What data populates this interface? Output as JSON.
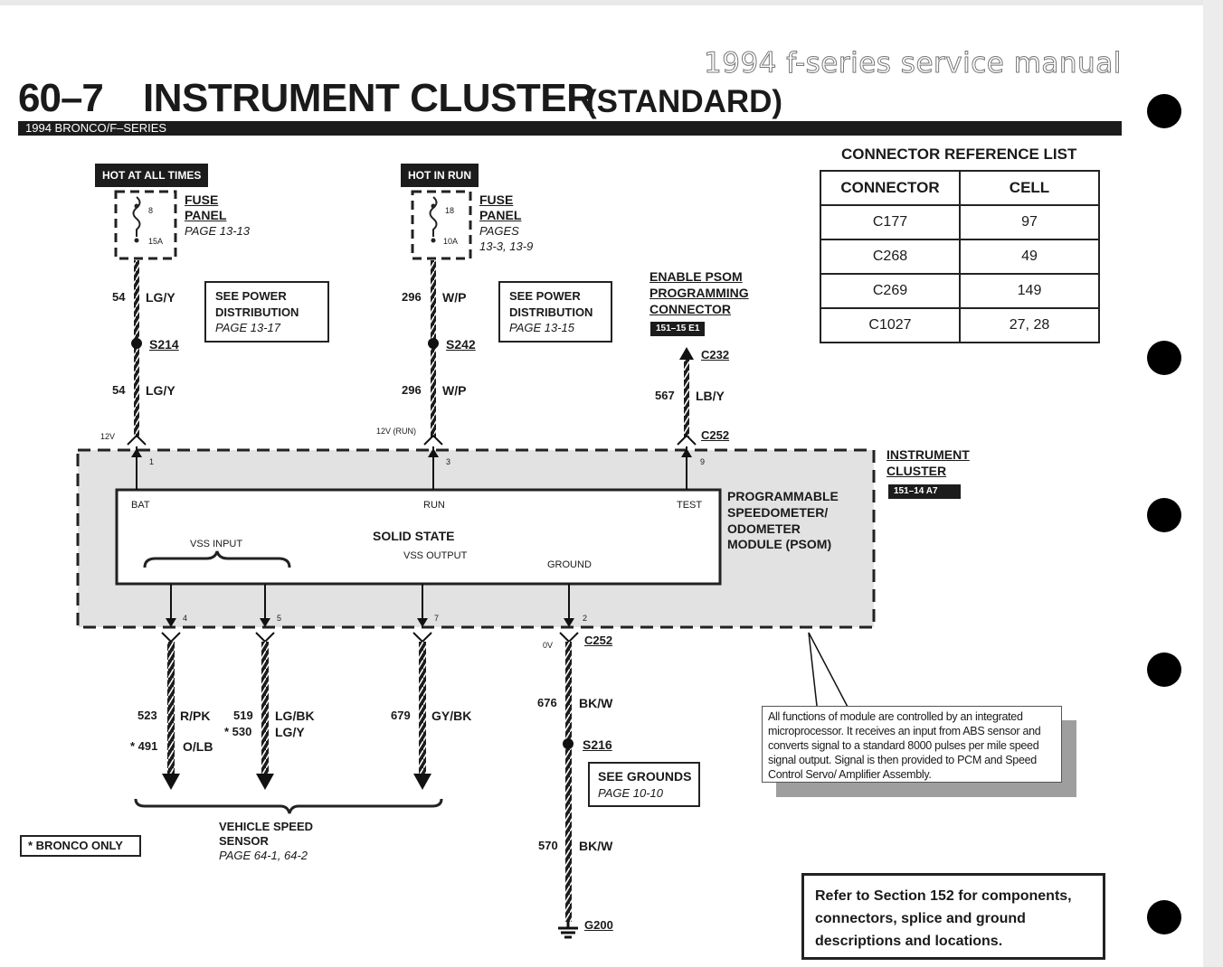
{
  "watermark": "1994 f-series service manual",
  "header": {
    "page_number": "60–7",
    "title": "INSTRUMENT CLUSTER",
    "title_suffix": "(STANDARD)",
    "bar_text": "1994 BRONCO/F–SERIES"
  },
  "power_left": {
    "label": "HOT AT ALL TIMES",
    "fuse_number": "8",
    "fuse_rating": "15A",
    "fuse_title_1": "FUSE",
    "fuse_title_2": "PANEL",
    "fuse_page": "PAGE 13-13",
    "circuit_1": "54",
    "color_1": "LG/Y",
    "splice": "S214",
    "circuit_2": "54",
    "color_2": "LG/Y",
    "voltage": "12V",
    "pin": "1",
    "see_1": "SEE POWER",
    "see_2": "DISTRIBUTION",
    "see_page": "PAGE 13-17"
  },
  "power_run": {
    "label": "HOT IN RUN",
    "fuse_number": "18",
    "fuse_rating": "10A",
    "fuse_title_1": "FUSE",
    "fuse_title_2": "PANEL",
    "fuse_pages_1": "PAGES",
    "fuse_pages_2": "13-3, 13-9",
    "circuit_1": "296",
    "color_1": "W/P",
    "splice": "S242",
    "circuit_2": "296",
    "color_2": "W/P",
    "voltage": "12V (RUN)",
    "pin": "3",
    "see_1": "SEE POWER",
    "see_2": "DISTRIBUTION",
    "see_page": "PAGE 13-15"
  },
  "psom_connector": {
    "line_1": "ENABLE PSOM",
    "line_2": "PROGRAMMING",
    "line_3": "CONNECTOR",
    "tag": "151–15 E1",
    "connector_top": "C232",
    "circuit": "567",
    "color": "LB/Y",
    "connector_bottom": "C252",
    "pin": "9"
  },
  "connector_reference": {
    "title": "CONNECTOR REFERENCE LIST",
    "headers": [
      "CONNECTOR",
      "CELL"
    ],
    "rows": [
      [
        "C177",
        "97"
      ],
      [
        "C268",
        "49"
      ],
      [
        "C269",
        "149"
      ],
      [
        "C1027",
        "27, 28"
      ]
    ]
  },
  "cluster": {
    "label_1": "INSTRUMENT",
    "label_2": "CLUSTER",
    "tag": "151–14  A7",
    "module_1": "PROGRAMMABLE",
    "module_2": "SPEEDOMETER/",
    "module_3": "ODOMETER",
    "module_4": "MODULE (PSOM)",
    "bat": "BAT",
    "run": "RUN",
    "test": "TEST",
    "solid_state": "SOLID STATE",
    "vss_input": "VSS INPUT",
    "vss_output": "VSS OUTPUT",
    "ground": "GROUND"
  },
  "outputs": {
    "pin_4": "4",
    "pin_5": "5",
    "pin_7": "7",
    "pin_2": "2",
    "w1_circuit": "523",
    "w1_color": "R/PK",
    "w1_alt_circuit": "* 491",
    "w1_alt_color": "O/LB",
    "w2_circuit": "519",
    "w2_color": "LG/BK",
    "w2_alt_circuit": "* 530",
    "w2_alt_color": "LG/Y",
    "w3_circuit": "679",
    "w3_color": "GY/BK",
    "vss_1": "VEHICLE SPEED",
    "vss_2": "SENSOR",
    "vss_page": "PAGE 64-1, 64-2",
    "bronco_only": "* BRONCO ONLY"
  },
  "ground_path": {
    "voltage": "0V",
    "connector": "C252",
    "circuit_1": "676",
    "color_1": "BK/W",
    "splice": "S216",
    "circuit_2": "570",
    "color_2": "BK/W",
    "ground": "G200",
    "see_1": "SEE GROUNDS",
    "see_page": "PAGE 10-10"
  },
  "note": "All functions of module are controlled by an integrated microprocessor. It receives an input from ABS sensor and converts signal to a standard 8000 pulses per mile speed signal output. Signal is then provided to PCM and Speed Control Servo/ Amplifier Assembly.",
  "refer": "Refer to Section 152 for components, connectors, splice and ground descriptions and locations."
}
